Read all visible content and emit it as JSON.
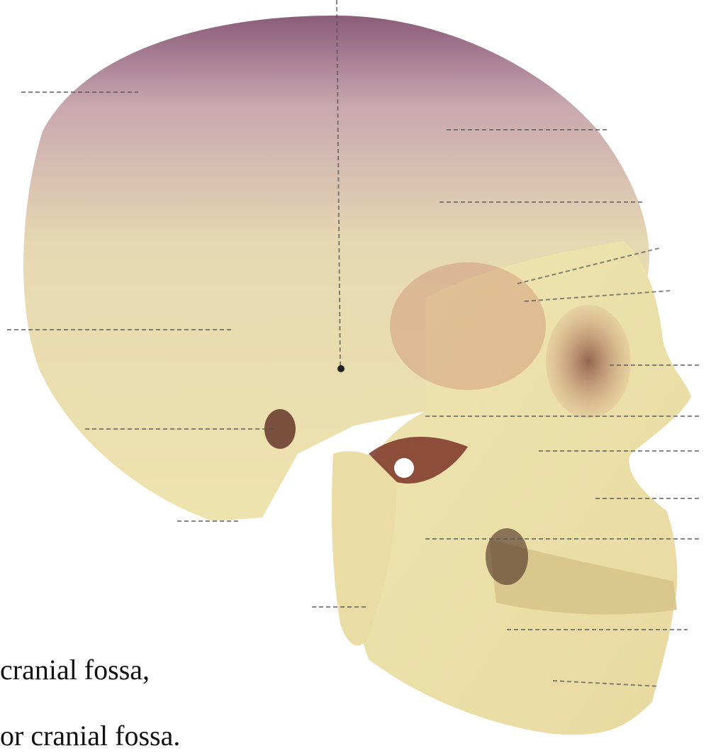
{
  "caption": {
    "line1": "cranial fossa,",
    "line2": "or cranial fossa."
  },
  "colors": {
    "bone_light": "#f1e7b0",
    "bone_mid": "#e0cf98",
    "cranium_top": "#8a5c79",
    "shadow": "#9a4a3c",
    "label_line": "#555555"
  },
  "icons": [
    "skull-illustration"
  ]
}
